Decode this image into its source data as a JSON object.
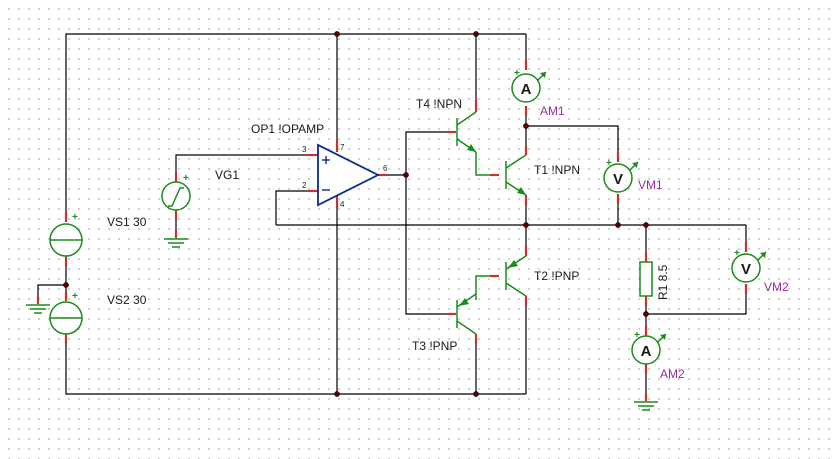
{
  "components": {
    "op1": "OP1 !OPAMP",
    "vg1": "VG1",
    "vs1": "VS1 30",
    "vs2": "VS2 30",
    "t1": "T1 !NPN",
    "t2": "T2 !PNP",
    "t3": "T3 !PNP",
    "t4": "T4 !NPN",
    "r1": "R1 8.5",
    "am1": "AM1",
    "am2": "AM2",
    "vm1": "VM1",
    "vm2": "VM2"
  },
  "opamp_pins": {
    "in_plus": "3",
    "in_minus": "2",
    "out": "6",
    "v_plus": "7",
    "v_minus": "4"
  },
  "meter_symbols": {
    "ammeter": "A",
    "voltmeter": "V"
  },
  "colors": {
    "wire": "#000000",
    "component": "#1c8a1c",
    "opamp": "#0a2a8c",
    "pin": "#c83232",
    "meter_label": "#9c2a9c",
    "node": "#5a0000"
  }
}
